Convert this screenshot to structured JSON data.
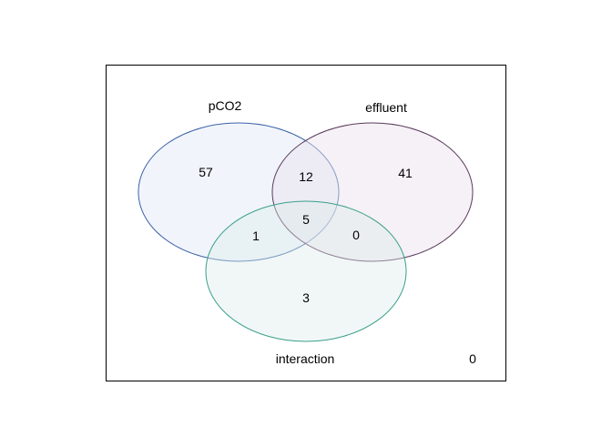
{
  "colors": {
    "frame": "#000000",
    "pco2_stroke": "#3c62a8",
    "pco2_fill": "#dce6f4",
    "effluent_stroke": "#5a3a5c",
    "effluent_fill": "#e8e0ea",
    "interaction_stroke": "#3aa08a",
    "interaction_fill": "#dcecec"
  },
  "sets": {
    "pco2": "pCO2",
    "effluent": "effluent",
    "interaction": "interaction"
  },
  "counts": {
    "pco2_only": "57",
    "pco2_effluent": "12",
    "effluent_only": "41",
    "all_three": "5",
    "pco2_interaction": "1",
    "effluent_interaction": "0",
    "interaction_only": "3",
    "outside": "0"
  }
}
